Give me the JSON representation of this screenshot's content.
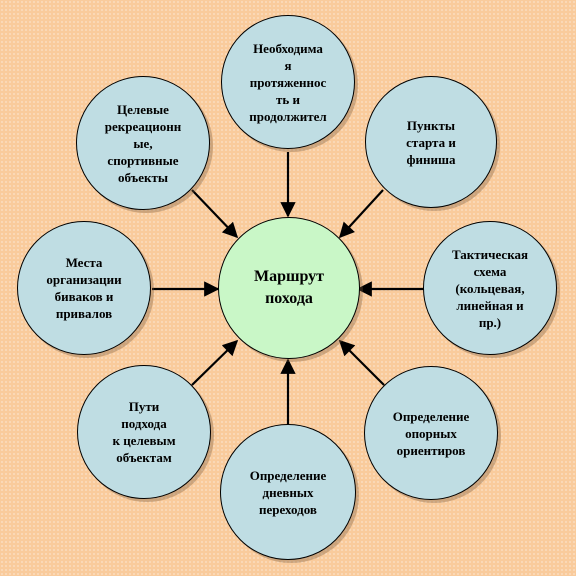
{
  "center": {
    "label": "Маршрут\nпохода"
  },
  "nodes": [
    {
      "id": "top",
      "label": "Необходима\nя\nпротяженнос\nть и\nпродолжител"
    },
    {
      "id": "top-right",
      "label": "Пункты\nстарта и\nфиниша"
    },
    {
      "id": "right",
      "label": "Тактическая\nсхема\n(кольцевая,\nлинейная и\nпр.)"
    },
    {
      "id": "bottom-right",
      "label": "Определение\nопорных\nориентиров"
    },
    {
      "id": "bottom",
      "label": "Определение\nдневных\nпереходов"
    },
    {
      "id": "bottom-left",
      "label": "Пути\nподхода\nк целевым\nобъектам"
    },
    {
      "id": "left",
      "label": "Места\nорганизации\nбиваков и\nпривалов"
    },
    {
      "id": "top-left",
      "label": "Целевые\nрекреационн\nые,\nспортивные\nобъекты"
    }
  ],
  "colors": {
    "background": "#f9cb9c",
    "node_fill": "#bfdde3",
    "center_fill": "#c9f7c7",
    "stroke": "#000000"
  }
}
